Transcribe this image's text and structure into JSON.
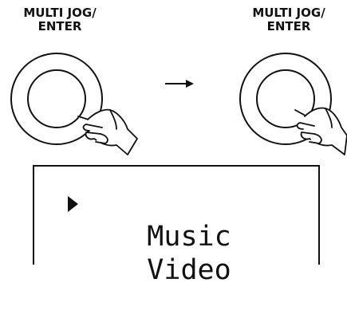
{
  "knobs": [
    {
      "label_line1": "MULTI JOG/",
      "label_line2": "ENTER"
    },
    {
      "label_line1": "MULTI JOG/",
      "label_line2": "ENTER"
    }
  ],
  "arrow_icon": "right-arrow-icon",
  "hand_icon": "pointing-hand-icon",
  "display": {
    "items": [
      "Music",
      "Video"
    ],
    "selected_index": 0,
    "cursor_icon": "triangle-right-icon"
  },
  "colors": {
    "ink": "#111111",
    "background": "#ffffff"
  }
}
